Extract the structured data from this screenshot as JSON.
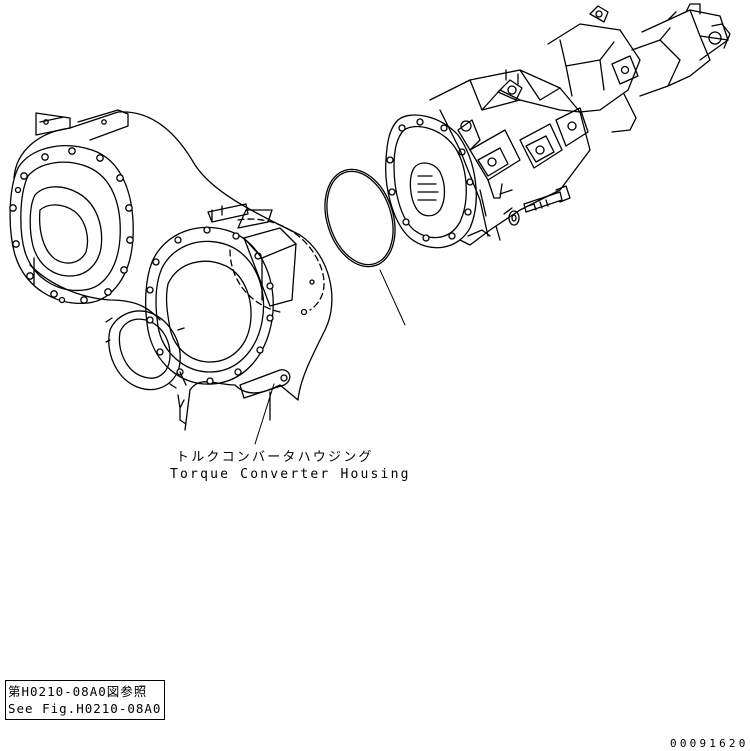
{
  "labels": {
    "housing_jp": "トルクコンバータハウジング",
    "housing_en": "Torque Converter Housing"
  },
  "reference": {
    "jp": "第H0210-08A0図参照",
    "en": "See Fig.H0210-08A0"
  },
  "doc_number": "00091620",
  "colors": {
    "ink": "#000000",
    "paper": "#ffffff"
  }
}
